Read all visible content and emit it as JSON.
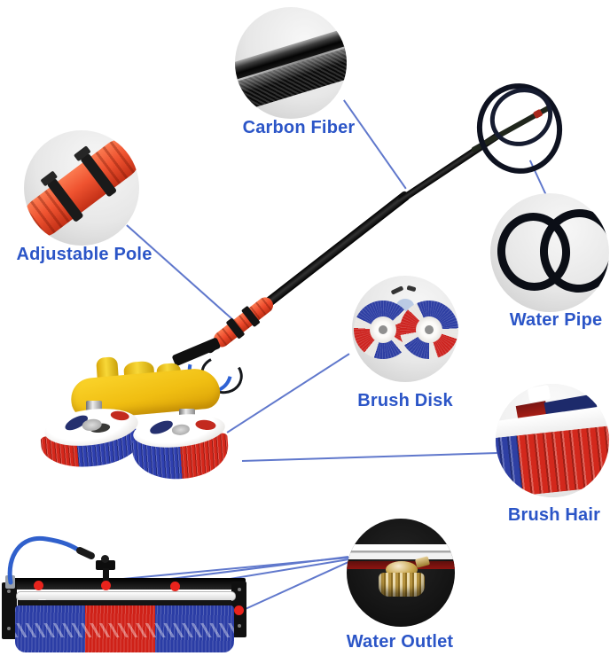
{
  "diagram": {
    "labels": {
      "adjustable_pole": "Adjustable Pole",
      "carbon_fiber": "Carbon Fiber",
      "water_pipe": "Water Pipe",
      "brush_disk": "Brush Disk",
      "brush_hair": "Brush Hair",
      "water_outlet": "Water Outlet"
    },
    "colors": {
      "label_text": "#2b55c7",
      "callout_line": "#6078cc",
      "brush_red": "#d5271b",
      "brush_blue": "#2e3fae",
      "head_yellow": "#f0be12",
      "pole_black": "#161616",
      "grip_orange": "#ee4a2c",
      "hose_blue": "#3060cc",
      "marker_red": "#e8231c",
      "background": "#ffffff"
    }
  }
}
